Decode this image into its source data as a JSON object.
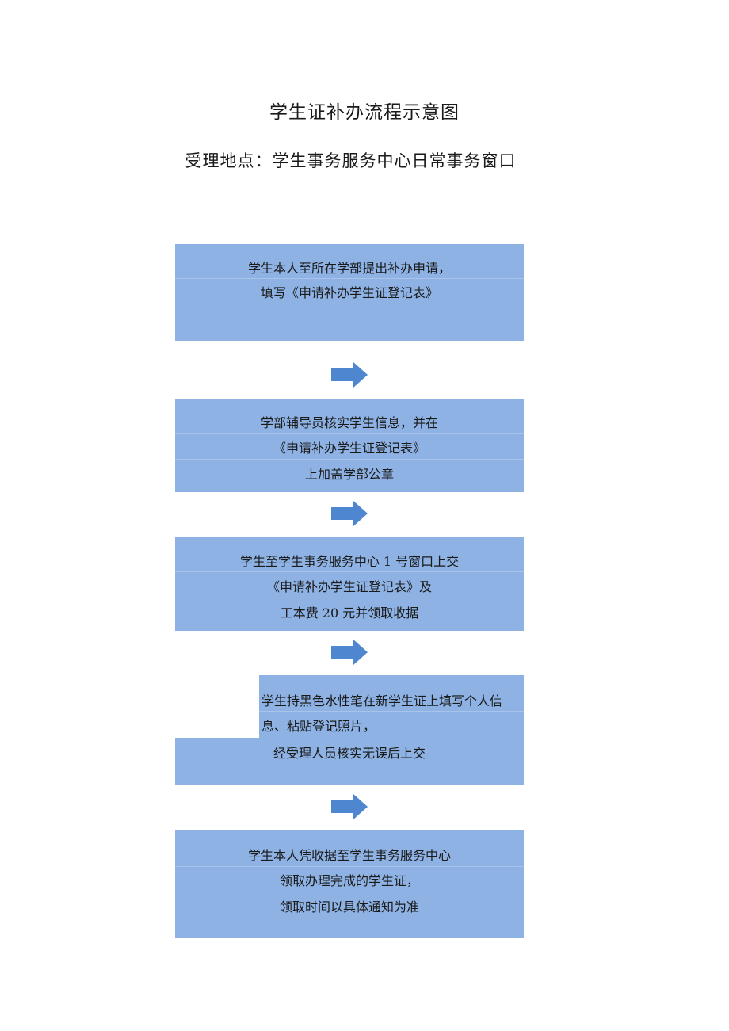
{
  "title": "学生证补办流程示意图",
  "location": "受理地点：学生事务服务中心日常事务窗口",
  "steps": [
    {
      "lines": [
        "学生本人至所在学部提出补办申请，",
        "填写《申请补办学生证登记表》"
      ]
    },
    {
      "lines": [
        "学部辅导员核实学生信息，并在",
        "《申请补办学生证登记表》",
        "上加盖学部公章"
      ]
    },
    {
      "lines": [
        "学生至学生事务服务中心 1 号窗口上交",
        "《申请补办学生证登记表》及",
        "工本费 20 元并领取收据"
      ]
    },
    {
      "lines": [
        "学生持黑色水性笔在新学生证上填写个人信",
        "息、粘贴登记照片，",
        "经受理人员核实无误后上交"
      ]
    },
    {
      "lines": [
        "学生本人凭收据至学生事务服务中心",
        "领取办理完成的学生证，",
        "领取时间以具体通知为准"
      ]
    }
  ],
  "colors": {
    "box_fill": "#8db2e3",
    "arrow_fill": "#4f86d0"
  },
  "icons": {
    "arrow": "right-arrow-icon"
  }
}
